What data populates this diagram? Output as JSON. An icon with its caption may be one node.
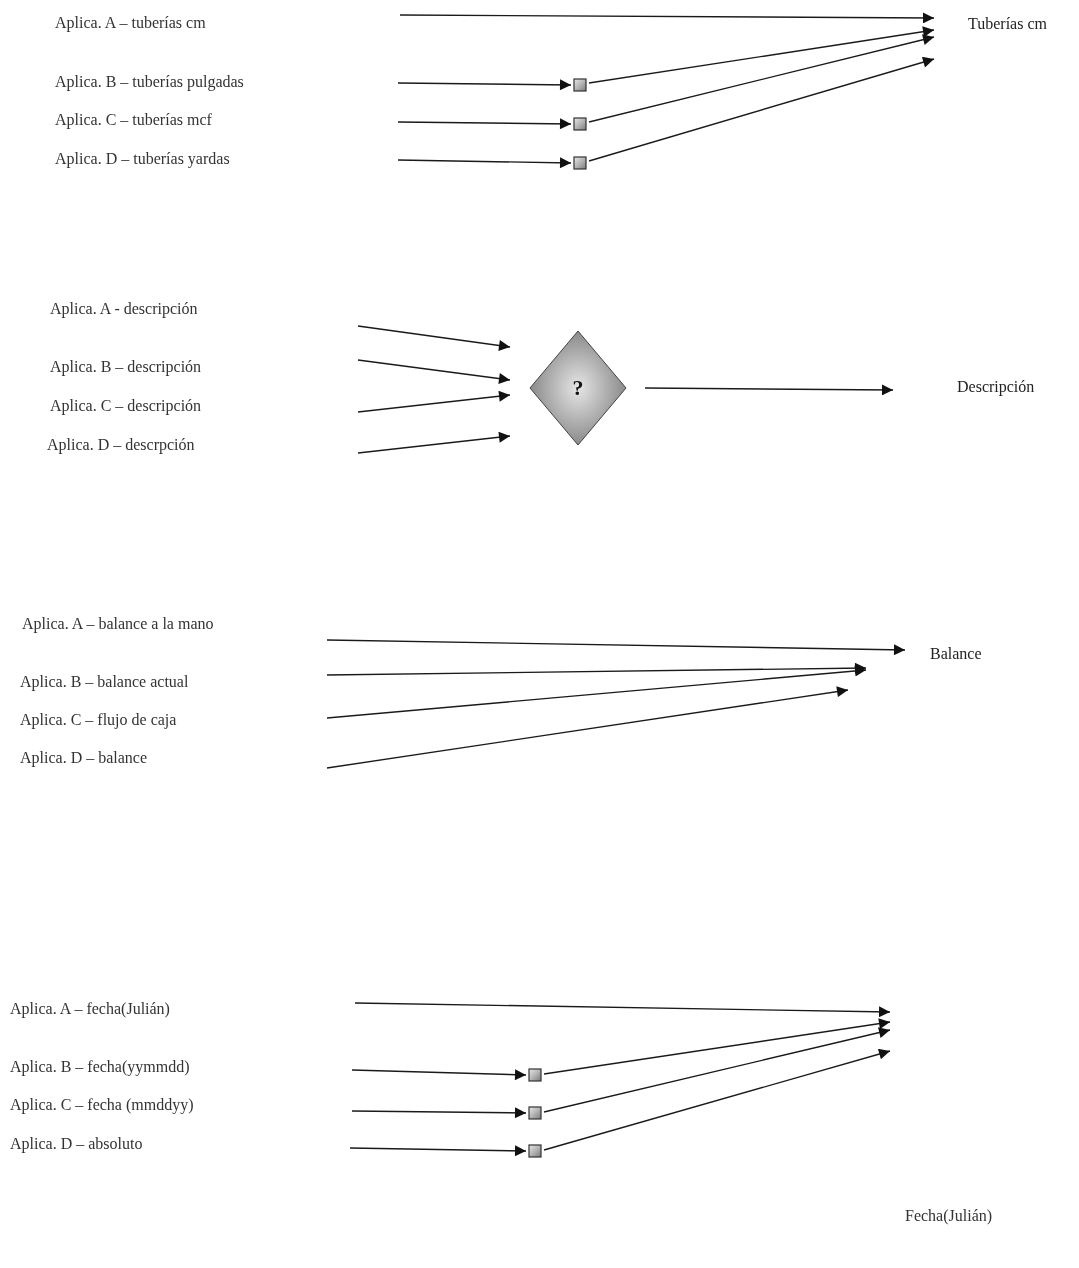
{
  "diagram": {
    "nodes": [
      {
        "text": [
          "Tuberías cm"
        ]
      },
      {
        "text": [],
        "shape": "box"
      },
      {
        "text": [],
        "shape": "box"
      },
      {
        "text": [],
        "shape": "box"
      },
      {
        "text": [
          "?"
        ]
      },
      {
        "text": [
          "Descripción"
        ]
      },
      {
        "text": [
          "Balance"
        ]
      },
      {
        "text": [],
        "shape": "box"
      },
      {
        "text": [],
        "shape": "box"
      },
      {
        "text": [],
        "shape": "box"
      }
    ],
    "edges": [
      {
        "from": null,
        "to": 0,
        "arrow": "to"
      },
      {
        "from": null,
        "to": 1,
        "arrow": "to"
      },
      {
        "from": null,
        "to": 2,
        "arrow": "to"
      },
      {
        "from": null,
        "to": 3,
        "arrow": "to"
      },
      {
        "from": 1,
        "to": 0,
        "arrow": "to"
      },
      {
        "from": 2,
        "to": 0,
        "arrow": "to"
      },
      {
        "from": 3,
        "to": 0,
        "arrow": "to"
      },
      {
        "from": null,
        "to": 4,
        "arrow": "to"
      },
      {
        "from": null,
        "to": 4,
        "arrow": "to"
      },
      {
        "from": null,
        "to": 4,
        "arrow": "to"
      },
      {
        "from": null,
        "to": 4,
        "arrow": "to"
      },
      {
        "from": 4,
        "to": 5,
        "arrow": "to"
      },
      {
        "from": null,
        "to": 6,
        "arrow": "to"
      },
      {
        "from": null,
        "to": 6,
        "arrow": "to"
      },
      {
        "from": null,
        "to": 6,
        "arrow": "to"
      },
      {
        "from": null,
        "to": 6,
        "arrow": "to"
      },
      {
        "from": null,
        "to": 7,
        "arrow": "to"
      },
      {
        "from": null,
        "to": 8,
        "arrow": "to"
      },
      {
        "from": null,
        "to": 9,
        "arrow": "to"
      },
      {
        "from": 7,
        "to": null,
        "arrow": "to"
      },
      {
        "from": 8,
        "to": null,
        "arrow": "to"
      },
      {
        "from": 9,
        "to": null,
        "arrow": "to"
      }
    ],
    "labels": [
      "Aplica. A – tuberías cm",
      "Aplica. B – tuberías pulgadas",
      "Aplica. C – tuberías mcf",
      "Aplica. D – tuberías yardas",
      "Aplica. A - descripción",
      "Aplica. B – descripción",
      "Aplica. C – descripción",
      "Aplica. D – descrpción",
      "Aplica. A – balance a la mano",
      "Aplica. B – balance actual",
      "Aplica. C – flujo de caja",
      "Aplica. D – balance",
      "Aplica. A – fecha(Julián)",
      "Aplica. B – fecha(yymmdd)",
      "Aplica. C – fecha (mmddyy)",
      "Aplica. D – absoluto",
      "Fecha(Julián)"
    ]
  }
}
